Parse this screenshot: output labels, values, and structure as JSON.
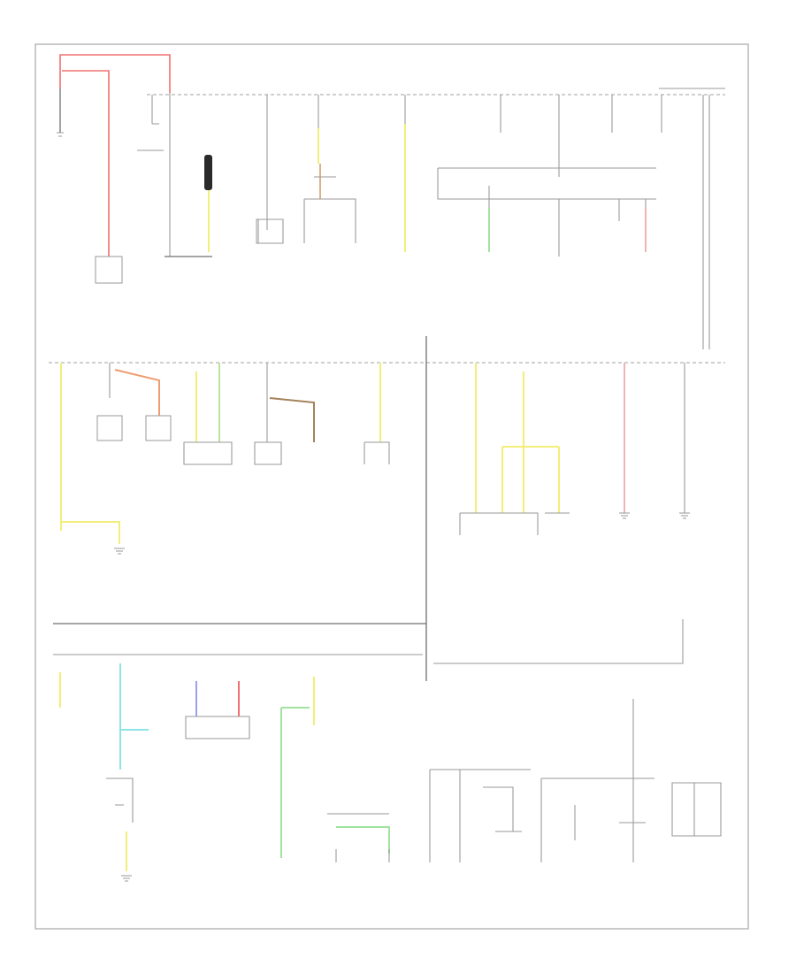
{
  "diagram": {
    "footer_code": "",
    "wire_colors": {
      "red": "#f07070",
      "yellow": "#f2ee7a",
      "light_green": "#9fe39f",
      "green": "#b9e49a",
      "cyan": "#8ee3e6",
      "blue": "#9aa0ef",
      "pink": "#f4b3b3",
      "orange": "#ee9d72",
      "tan": "#d9b48a",
      "brown": "#a5825a",
      "black": "#2a2a2a",
      "gray": "#9a9a9a"
    },
    "components": [
      {
        "id": "battery"
      },
      {
        "id": "starter-relay"
      },
      {
        "id": "generator-regulator"
      },
      {
        "id": "fuse-junction-panel"
      },
      {
        "id": "ignition-switch"
      },
      {
        "id": "data-link-connector"
      },
      {
        "id": "powertrain-control-module"
      },
      {
        "id": "instrument-cluster"
      },
      {
        "id": "brake-pedal-switch"
      },
      {
        "id": "radio"
      },
      {
        "id": "anti-lock-brake-module"
      },
      {
        "id": "air-bag-module"
      },
      {
        "id": "transmission-range-sensor"
      },
      {
        "id": "shift-lock-actuator"
      },
      {
        "id": "speed-control-servo"
      },
      {
        "id": "blower-motor"
      },
      {
        "id": "heated-oxygen-sensors"
      },
      {
        "id": "cooling-fan-relay"
      }
    ]
  }
}
